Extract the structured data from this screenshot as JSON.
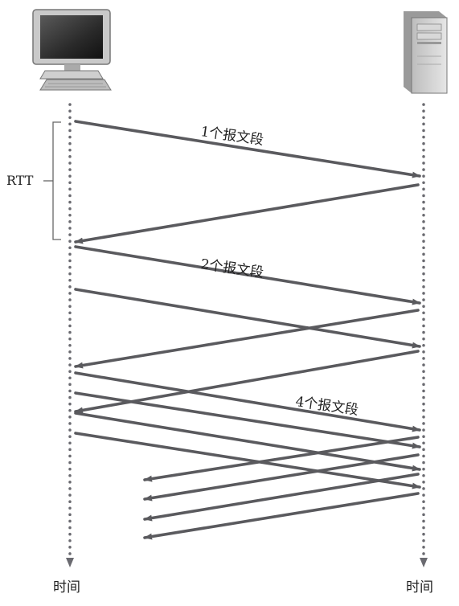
{
  "diagram": {
    "rtt_label": "RTT",
    "round_labels": [
      "1个报文段",
      "2个报文段",
      "4个报文段"
    ],
    "time_label_left": "时间",
    "time_label_right": "时间",
    "client_icon": "desktop-computer-icon",
    "server_icon": "server-tower-icon",
    "colors": {
      "arrow": "#5a5a5e",
      "timeline": "#6a6a70",
      "bracket": "#666666",
      "text": "#222222"
    }
  }
}
